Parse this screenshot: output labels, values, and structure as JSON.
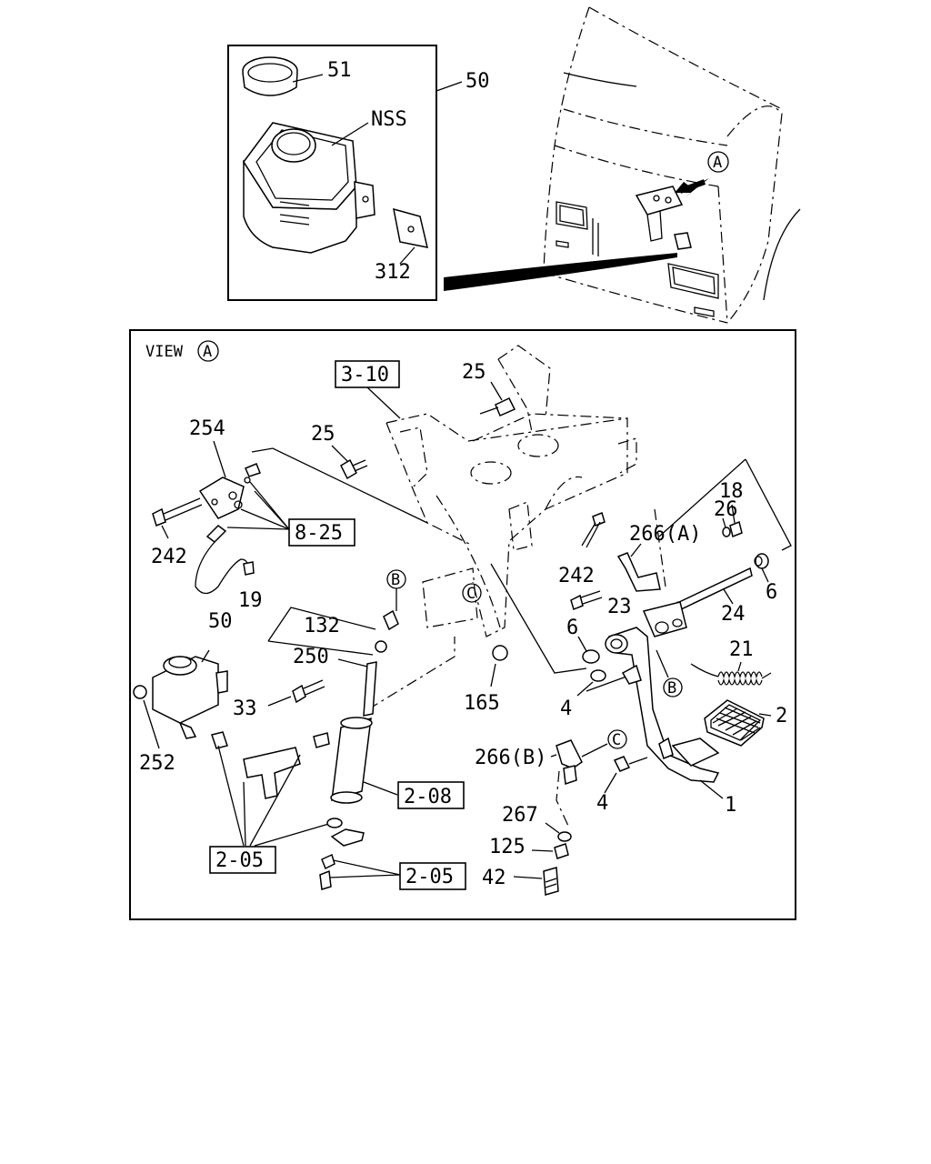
{
  "inset": {
    "assembly_label": "50",
    "cap_label": "51",
    "reservoir_label": "NSS",
    "bracket_label": "312"
  },
  "truck_view_marker": "A",
  "view_title": "VIEW",
  "view_marker": "A",
  "callouts": {
    "ref_3_10": "3-10",
    "p25_top": "25",
    "p25_left": "25",
    "p254": "254",
    "ref_8_25": "8-25",
    "p242_left": "242",
    "p242_mid": "242",
    "marker_b_top": "B",
    "marker_c_mid": "C",
    "p19": "19",
    "p132": "132",
    "p250": "250",
    "p50": "50",
    "p33": "33",
    "p252": "252",
    "ref_2_05_left": "2-05",
    "ref_2_08": "2-08",
    "ref_2_05_right": "2-05",
    "p165": "165",
    "p6_left": "6",
    "p4_upper": "4",
    "p23": "23",
    "p266a": "266(A)",
    "p26": "26",
    "p18": "18",
    "p6_right": "6",
    "p24": "24",
    "p21": "21",
    "marker_b_lower": "B",
    "p2": "2",
    "p266b": "266(B)",
    "marker_c_lower": "C",
    "p4_lower": "4",
    "p1": "1",
    "p267": "267",
    "p125": "125",
    "p42": "42"
  }
}
